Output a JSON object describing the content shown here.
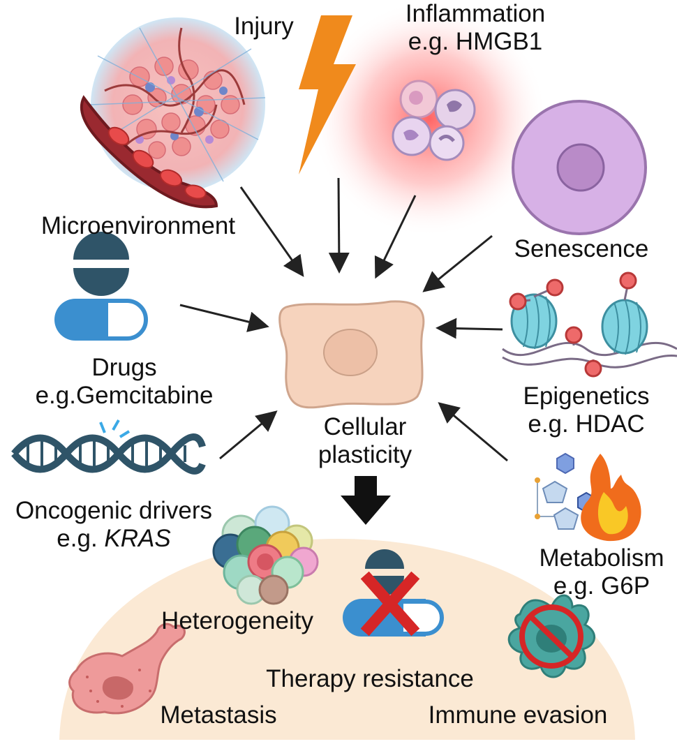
{
  "diagram": {
    "center": {
      "line1": "Cellular",
      "line2": "plasticity"
    },
    "inputs": {
      "injury": "Injury",
      "inflammation": {
        "line1": "Inflammation",
        "line2": "e.g. HMGB1"
      },
      "microenvironment": "Microenvironment",
      "senescence": "Senescence",
      "drugs": {
        "line1": "Drugs",
        "line2": "e.g.Gemcitabine"
      },
      "epigenetics": {
        "line1": "Epigenetics",
        "line2": "e.g. HDAC"
      },
      "oncogenic": {
        "line1": "Oncogenic drivers",
        "prefix": "e.g. ",
        "gene": "KRAS"
      },
      "metabolism": {
        "line1": "Metabolism",
        "line2": "e.g. G6P"
      }
    },
    "outcomes": {
      "heterogeneity": "Heterogeneity",
      "therapy_resistance": "Therapy resistance",
      "metastasis": "Metastasis",
      "immune_evasion": "Immune evasion"
    },
    "colors": {
      "cell_fill": "#f6d3bd",
      "outcome_bg": "#fbe9d4",
      "arrow": "#222222",
      "pill_dark": "#2f5468",
      "pill_blue": "#3b8fcf",
      "bolt": "#f08a1c",
      "cross": "#d62626",
      "senescent_cell": "#d7b1e6",
      "immune_cell": "#4aa6a0",
      "metastatic_cell": "#ee9a9a"
    }
  }
}
